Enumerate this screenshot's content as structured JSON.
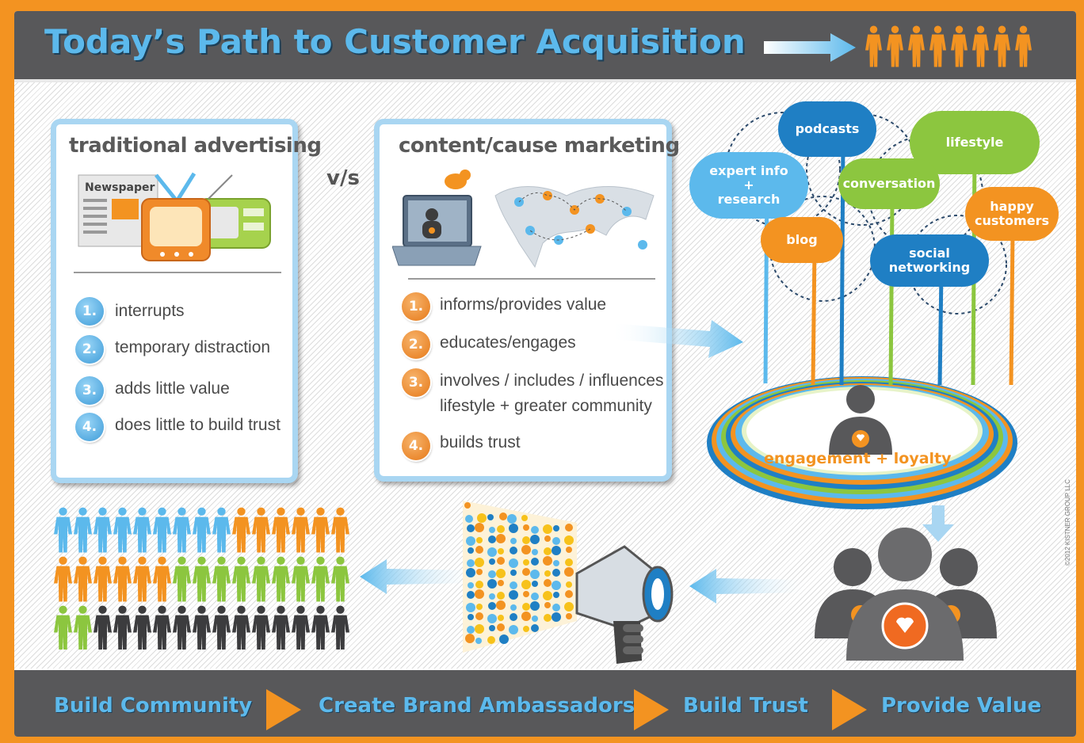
{
  "header": {
    "title": "Today’s Path to Customer Acquisition"
  },
  "traditional": {
    "title": "traditional advertising",
    "newspaper_label": "Newspaper",
    "items": [
      {
        "num": "1.",
        "text": "interrupts"
      },
      {
        "num": "2.",
        "text": "temporary distraction"
      },
      {
        "num": "3.",
        "text": "adds little value"
      },
      {
        "num": "4.",
        "text": "does little to build trust"
      }
    ]
  },
  "versus_label": "v/s",
  "content_marketing": {
    "title": "content/cause marketing",
    "items": [
      {
        "num": "1.",
        "text": "informs/provides value"
      },
      {
        "num": "2.",
        "text": "educates/engages"
      },
      {
        "num": "3.",
        "text": "involves / includes / influences",
        "text2": "lifestyle + greater community"
      },
      {
        "num": "4.",
        "text": "builds trust"
      }
    ]
  },
  "clouds": {
    "podcasts": "podcasts",
    "lifestyle": "lifestyle",
    "expert_line1": "expert info",
    "expert_line2": "+",
    "expert_line3": "research",
    "conversation": "conversation",
    "happy_line1": "happy",
    "happy_line2": "customers",
    "blog": "blog",
    "social_networking": "social networking"
  },
  "engagement_label": "engagement + loyalty",
  "copyright": "©2012 KISTNER GROUP LLC",
  "footer": {
    "steps": [
      "Build Community",
      "Create Brand Ambassadors",
      "Build Trust",
      "Provide Value"
    ]
  },
  "colors": {
    "orange": "#f39321",
    "blue": "#5cb9ec",
    "dark_blue": "#1f7fc4",
    "green": "#8cc63f",
    "dark_gray": "#58585a"
  }
}
